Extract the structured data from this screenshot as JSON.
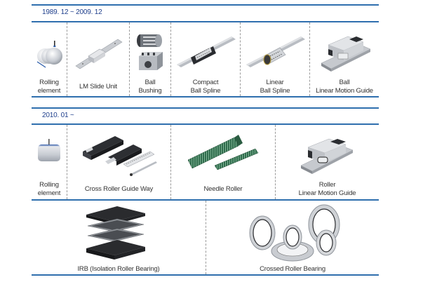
{
  "section1": {
    "period": "1989. 12 ~ 2009. 12",
    "items": [
      {
        "name": "Rolling element",
        "line1": "Rolling",
        "line2": "element",
        "icon": "ball-icon"
      },
      {
        "name": "LM Slide Unit",
        "line1": "LM Slide Unit",
        "icon": "lm-slide-unit-image"
      },
      {
        "name": "Ball Bushing",
        "line1": "Ball",
        "line2": "Bushing",
        "icon": "ball-bushing-image"
      },
      {
        "name": "Compact Ball Spline",
        "line1": "Compact",
        "line2": "Ball Spline",
        "icon": "compact-ball-spline-image"
      },
      {
        "name": "Linear Ball Spline",
        "line1": "Linear",
        "line2": "Ball Spline",
        "icon": "linear-ball-spline-image"
      },
      {
        "name": "Ball Linear Motion Guide",
        "line1": "Ball",
        "line2": "Linear Motion Guide",
        "icon": "ball-lm-guide-image"
      }
    ]
  },
  "section2": {
    "period": "2010. 01 ~",
    "items": [
      {
        "name": "Rolling element",
        "line1": "Rolling",
        "line2": "element",
        "icon": "roller-icon"
      },
      {
        "name": "Cross Roller Guide Way",
        "line1": "Cross Roller Guide Way",
        "icon": "cross-roller-guide-way-image"
      },
      {
        "name": "Needle Roller",
        "line1": "Needle Roller",
        "icon": "needle-roller-image"
      },
      {
        "name": "Roller Linear Motion Guide",
        "line1": "Roller",
        "line2": "Linear Motion Guide",
        "icon": "roller-lm-guide-image"
      }
    ],
    "items_row2": [
      {
        "name": "IRB (Isolation Roller Bearing)",
        "line1": "IRB (Isolation Roller Bearing)",
        "icon": "irb-image"
      },
      {
        "name": "Crossed Roller Bearing",
        "line1": "Crossed Roller Bearing",
        "icon": "crossed-roller-bearing-image"
      }
    ]
  },
  "colors": {
    "rule": "#2f6fae",
    "period_text": "#1f3f8c",
    "label_text": "#333333",
    "divider": "#9a9a9a"
  }
}
